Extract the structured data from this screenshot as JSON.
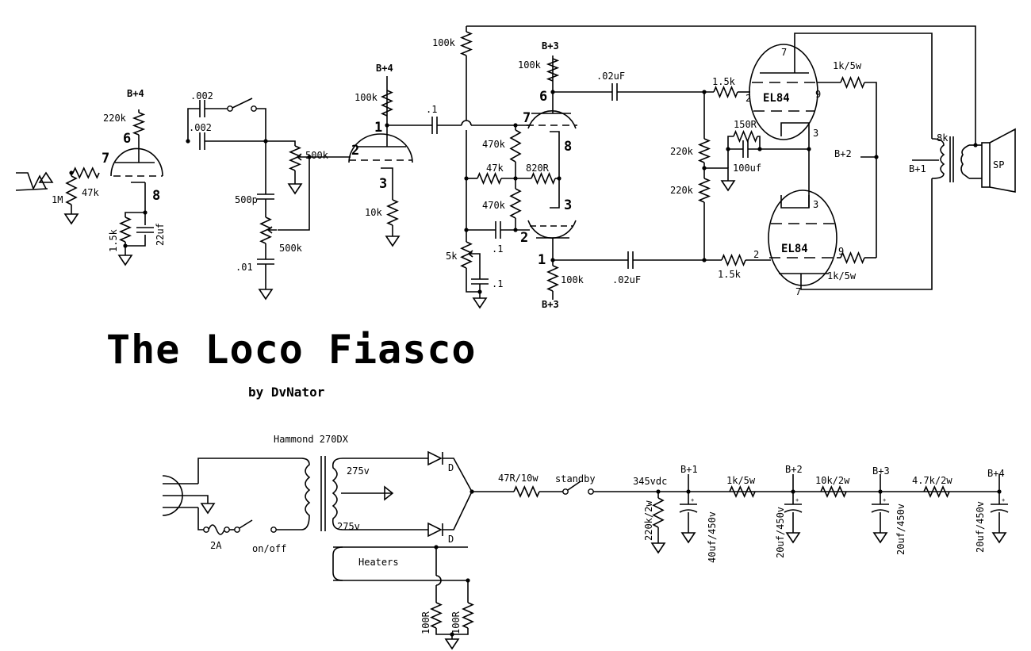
{
  "title": "The Loco Fiasco",
  "byline": "by DvNator",
  "preamp": {
    "input_resistor": "47k",
    "grid_leak": "1M",
    "v1a": {
      "plate_pin": "6",
      "grid_pin": "7",
      "cathode_pin": "8",
      "supply": "B+4",
      "plate_resistor": "220k",
      "cathode_resistor": "1.5k",
      "cathode_cap": "22uf"
    },
    "bright_cap_1": ".002",
    "bright_cap_2": ".002",
    "volume_pot": "500k",
    "tone_cap": "500p",
    "tone_pot": "500k",
    "tone_cap_2": ".01",
    "v1b": {
      "plate_pin": "1",
      "grid_pin": "2",
      "cathode_pin": "3",
      "supply": "B+4",
      "plate_resistor": "100k",
      "cathode_resistor": "10k"
    },
    "coupling_cap": ".1"
  },
  "phase_inverter": {
    "feedback_resistor": "100k",
    "supply_top": "B+3",
    "supply_bottom": "B+3",
    "top_plate_resistor": "100k",
    "bottom_plate_resistor": "100k",
    "top_pins": {
      "plate": "6",
      "grid": "7",
      "cathode": "8"
    },
    "bottom_pins": {
      "plate": "1",
      "grid": "2",
      "cathode": "3"
    },
    "grid_resistor_top": "470k",
    "grid_resistor_bottom": "470k",
    "tail_resistor": "47k",
    "cathode_resistor": "820R",
    "presence_pot": "5k",
    "presence_cap": ".1",
    "grid_cap": ".1",
    "coupling_cap_top": ".02uF",
    "coupling_cap_bottom": ".02uF"
  },
  "power_amp": {
    "tube_type": "EL84",
    "grid_stopper_top": "1.5k",
    "grid_stopper_bottom": "1.5k",
    "bias_resistor_top": "220k",
    "bias_resistor_bottom": "220k",
    "cathode_resistor": "150R",
    "cathode_cap": "100uf",
    "screen_resistor_top": "1k/5w",
    "screen_resistor_bottom": "1k/5w",
    "screen_supply": "B+2",
    "pins": {
      "grid": "2",
      "screen": "9",
      "cathode": "3",
      "plate": "7"
    },
    "output_transformer": "8k",
    "ot_supply": "B+1",
    "speaker": "SP"
  },
  "power_supply": {
    "transformer": "Hammond 270DX",
    "secondary_top": "275v",
    "secondary_bottom": "275v",
    "fuse": "2A",
    "power_switch": "on/off",
    "diode_top": "D",
    "diode_bottom": "D",
    "heaters": "Heaters",
    "heater_resistor_1": "100R",
    "heater_resistor_2": "100R",
    "series_resistor": "47R/10w",
    "standby": "standby",
    "voltage": "345vdc",
    "bleeder": "220k/2w",
    "nodes": [
      {
        "name": "B+1",
        "cap": "40uf/450v"
      },
      {
        "name": "B+2",
        "cap": "20uf/450v",
        "resistor": "1k/5w"
      },
      {
        "name": "B+3",
        "cap": "20uf/450v",
        "resistor": "10k/2w"
      },
      {
        "name": "B+4",
        "cap": "20uf/450v",
        "resistor": "4.7k/2w"
      }
    ]
  }
}
